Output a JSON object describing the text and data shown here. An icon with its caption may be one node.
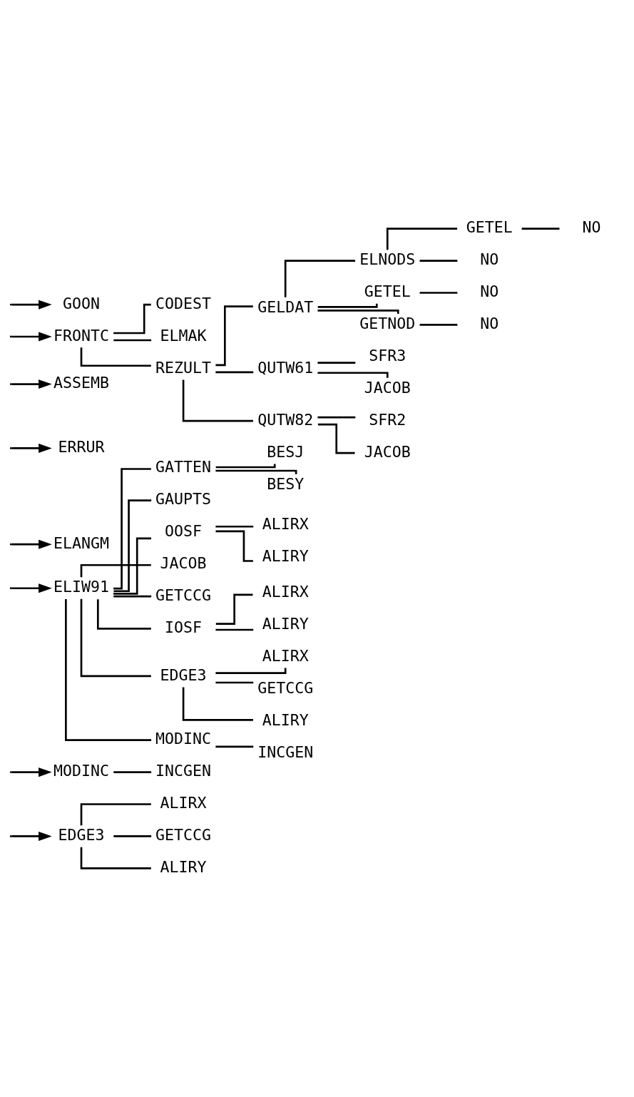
{
  "diagram": {
    "nodes": [
      {
        "text": [
          "EDGE3"
        ]
      },
      {
        "text": [
          "ALIRX"
        ]
      },
      {
        "text": [
          "GETCCG"
        ]
      },
      {
        "text": [
          "ALIRY"
        ]
      },
      {
        "text": [
          "MODINC"
        ]
      },
      {
        "text": [
          "INCGEN"
        ]
      },
      {
        "text": [
          "ELIW91"
        ]
      },
      {
        "text": [
          "GATTEN"
        ]
      },
      {
        "text": [
          "BESJ"
        ]
      },
      {
        "text": [
          "BESY"
        ]
      },
      {
        "text": [
          "GAUPTS"
        ]
      },
      {
        "text": [
          "OOSF"
        ]
      },
      {
        "text": [
          "ALIRX"
        ]
      },
      {
        "text": [
          "ALIRY"
        ]
      },
      {
        "text": [
          "JACOB"
        ]
      },
      {
        "text": [
          "GETCCG"
        ]
      },
      {
        "text": [
          "IOSF"
        ]
      },
      {
        "text": [
          "ALIRX"
        ]
      },
      {
        "text": [
          "ALIRY"
        ]
      },
      {
        "text": [
          "EDGE3"
        ]
      },
      {
        "text": [
          "ALIRX"
        ]
      },
      {
        "text": [
          "GETCCG"
        ]
      },
      {
        "text": [
          "ALIRY"
        ]
      },
      {
        "text": [
          "MODINC"
        ]
      },
      {
        "text": [
          "INCGEN"
        ]
      },
      {
        "text": [
          "ELANGM"
        ]
      },
      {
        "text": [
          "ERRUR"
        ]
      },
      {
        "text": [
          "ASSEMB"
        ]
      },
      {
        "text": [
          "FRONTC"
        ]
      },
      {
        "text": [
          "CODEST"
        ]
      },
      {
        "text": [
          "ELMAK"
        ]
      },
      {
        "text": [
          "REZULT"
        ]
      },
      {
        "text": [
          "GELDAT"
        ]
      },
      {
        "text": [
          "ELNODS"
        ]
      },
      {
        "text": [
          "GETEL"
        ]
      },
      {
        "text": [
          "NO"
        ]
      },
      {
        "text": [
          "NO"
        ]
      },
      {
        "text": [
          "GETEL"
        ]
      },
      {
        "text": [
          "NO"
        ]
      },
      {
        "text": [
          "GETNOD"
        ]
      },
      {
        "text": [
          "NO"
        ]
      },
      {
        "text": [
          "QUTW61"
        ]
      },
      {
        "text": [
          "SFR3"
        ]
      },
      {
        "text": [
          "JACOB"
        ]
      },
      {
        "text": [
          "QUTW82"
        ]
      },
      {
        "text": [
          "SFR2"
        ]
      },
      {
        "text": [
          "JACOB"
        ]
      },
      {
        "text": [
          "GOON"
        ]
      }
    ],
    "edges": [
      {
        "from": null,
        "to": 0,
        "arrow": "to"
      },
      {
        "from": 0,
        "to": 1,
        "arrow": "none"
      },
      {
        "from": 0,
        "to": 2,
        "arrow": "none"
      },
      {
        "from": 0,
        "to": 3,
        "arrow": "none"
      },
      {
        "from": null,
        "to": 4,
        "arrow": "to"
      },
      {
        "from": 4,
        "to": 5,
        "arrow": "none"
      },
      {
        "from": null,
        "to": 6,
        "arrow": "to"
      },
      {
        "from": 6,
        "to": 7,
        "arrow": "none"
      },
      {
        "from": 7,
        "to": 8,
        "arrow": "none"
      },
      {
        "from": 7,
        "to": 9,
        "arrow": "none"
      },
      {
        "from": 6,
        "to": 10,
        "arrow": "none"
      },
      {
        "from": 6,
        "to": 11,
        "arrow": "none"
      },
      {
        "from": 11,
        "to": 12,
        "arrow": "none"
      },
      {
        "from": 11,
        "to": 13,
        "arrow": "none"
      },
      {
        "from": 6,
        "to": 14,
        "arrow": "none"
      },
      {
        "from": 6,
        "to": 15,
        "arrow": "none"
      },
      {
        "from": 6,
        "to": 16,
        "arrow": "none"
      },
      {
        "from": 16,
        "to": 17,
        "arrow": "none"
      },
      {
        "from": 16,
        "to": 18,
        "arrow": "none"
      },
      {
        "from": 6,
        "to": 19,
        "arrow": "none"
      },
      {
        "from": 19,
        "to": 20,
        "arrow": "none"
      },
      {
        "from": 19,
        "to": 21,
        "arrow": "none"
      },
      {
        "from": 19,
        "to": 22,
        "arrow": "none"
      },
      {
        "from": 6,
        "to": 23,
        "arrow": "none"
      },
      {
        "from": 23,
        "to": 24,
        "arrow": "none"
      },
      {
        "from": null,
        "to": 25,
        "arrow": "to"
      },
      {
        "from": null,
        "to": 26,
        "arrow": "to"
      },
      {
        "from": null,
        "to": 27,
        "arrow": "to"
      },
      {
        "from": null,
        "to": 28,
        "arrow": "to"
      },
      {
        "from": 28,
        "to": 29,
        "arrow": "none"
      },
      {
        "from": 28,
        "to": 30,
        "arrow": "none"
      },
      {
        "from": 28,
        "to": 31,
        "arrow": "none"
      },
      {
        "from": 31,
        "to": 32,
        "arrow": "none"
      },
      {
        "from": 32,
        "to": 33,
        "arrow": "none"
      },
      {
        "from": 33,
        "to": 34,
        "arrow": "none"
      },
      {
        "from": 34,
        "to": 35,
        "arrow": "none"
      },
      {
        "from": 33,
        "to": 36,
        "arrow": "none"
      },
      {
        "from": 32,
        "to": 37,
        "arrow": "none"
      },
      {
        "from": 37,
        "to": 38,
        "arrow": "none"
      },
      {
        "from": 32,
        "to": 39,
        "arrow": "none"
      },
      {
        "from": 39,
        "to": 40,
        "arrow": "none"
      },
      {
        "from": 31,
        "to": 41,
        "arrow": "none"
      },
      {
        "from": 41,
        "to": 42,
        "arrow": "none"
      },
      {
        "from": 41,
        "to": 43,
        "arrow": "none"
      },
      {
        "from": 31,
        "to": 44,
        "arrow": "none"
      },
      {
        "from": 44,
        "to": 45,
        "arrow": "none"
      },
      {
        "from": 44,
        "to": 46,
        "arrow": "none"
      },
      {
        "from": null,
        "to": 47,
        "arrow": "to"
      }
    ]
  }
}
